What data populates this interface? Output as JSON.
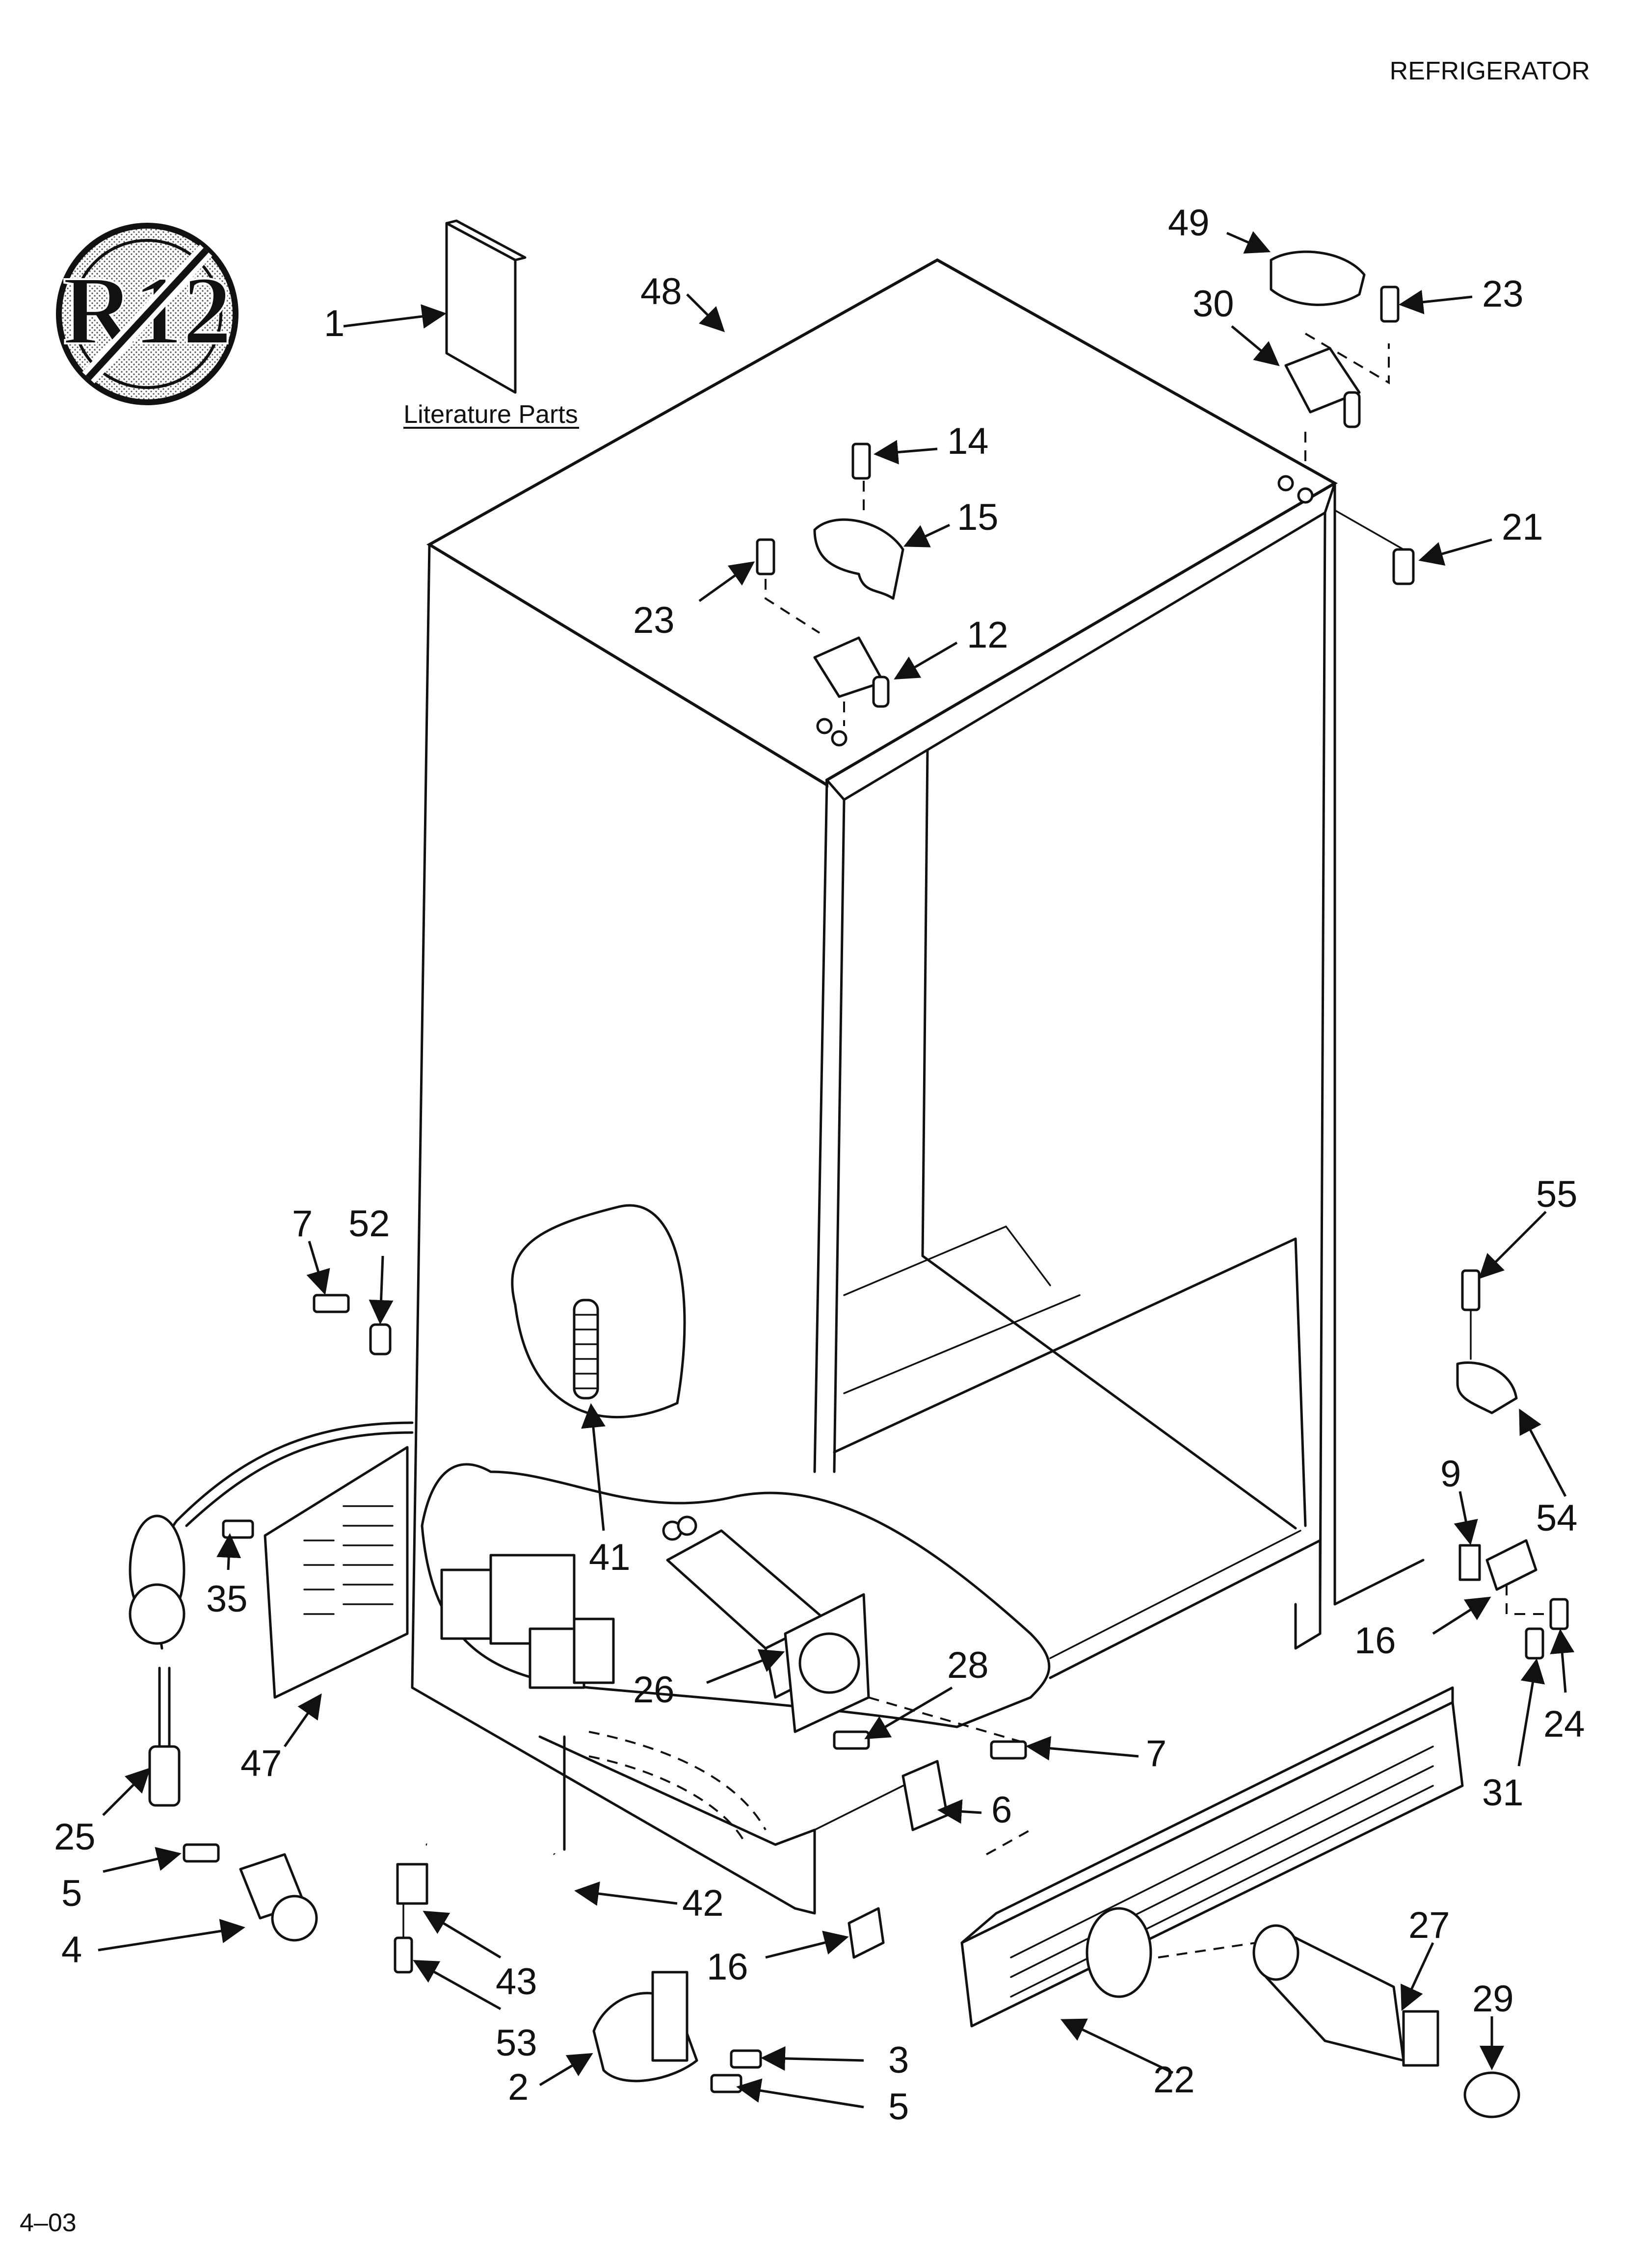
{
  "header": {
    "section_title": "REFRIGERATOR"
  },
  "footer": {
    "page_code": "4–03"
  },
  "badge": {
    "text": "R12",
    "symbol": "no-r12-prohibition-icon"
  },
  "literature": {
    "caption": "Literature Parts"
  },
  "part_labels": [
    {
      "id": "p1",
      "text": "1"
    },
    {
      "id": "p48",
      "text": "48"
    },
    {
      "id": "p49",
      "text": "49"
    },
    {
      "id": "p23a",
      "text": "23"
    },
    {
      "id": "p30",
      "text": "30"
    },
    {
      "id": "p14",
      "text": "14"
    },
    {
      "id": "p15",
      "text": "15"
    },
    {
      "id": "p21",
      "text": "21"
    },
    {
      "id": "p23b",
      "text": "23"
    },
    {
      "id": "p12",
      "text": "12"
    },
    {
      "id": "p7a",
      "text": "7"
    },
    {
      "id": "p52",
      "text": "52"
    },
    {
      "id": "p55",
      "text": "55"
    },
    {
      "id": "p41",
      "text": "41"
    },
    {
      "id": "p9",
      "text": "9"
    },
    {
      "id": "p54",
      "text": "54"
    },
    {
      "id": "p35",
      "text": "35"
    },
    {
      "id": "p16a",
      "text": "16"
    },
    {
      "id": "p24",
      "text": "24"
    },
    {
      "id": "p31",
      "text": "31"
    },
    {
      "id": "p26",
      "text": "26"
    },
    {
      "id": "p28",
      "text": "28"
    },
    {
      "id": "p47",
      "text": "47"
    },
    {
      "id": "p7b",
      "text": "7"
    },
    {
      "id": "p25",
      "text": "25"
    },
    {
      "id": "p6",
      "text": "6"
    },
    {
      "id": "p5a",
      "text": "5"
    },
    {
      "id": "p42",
      "text": "42"
    },
    {
      "id": "p4",
      "text": "4"
    },
    {
      "id": "p43",
      "text": "43"
    },
    {
      "id": "p16b",
      "text": "16"
    },
    {
      "id": "p27",
      "text": "27"
    },
    {
      "id": "p29",
      "text": "29"
    },
    {
      "id": "p53",
      "text": "53"
    },
    {
      "id": "p3",
      "text": "3"
    },
    {
      "id": "p2",
      "text": "2"
    },
    {
      "id": "p22",
      "text": "22"
    },
    {
      "id": "p5b",
      "text": "5"
    }
  ]
}
